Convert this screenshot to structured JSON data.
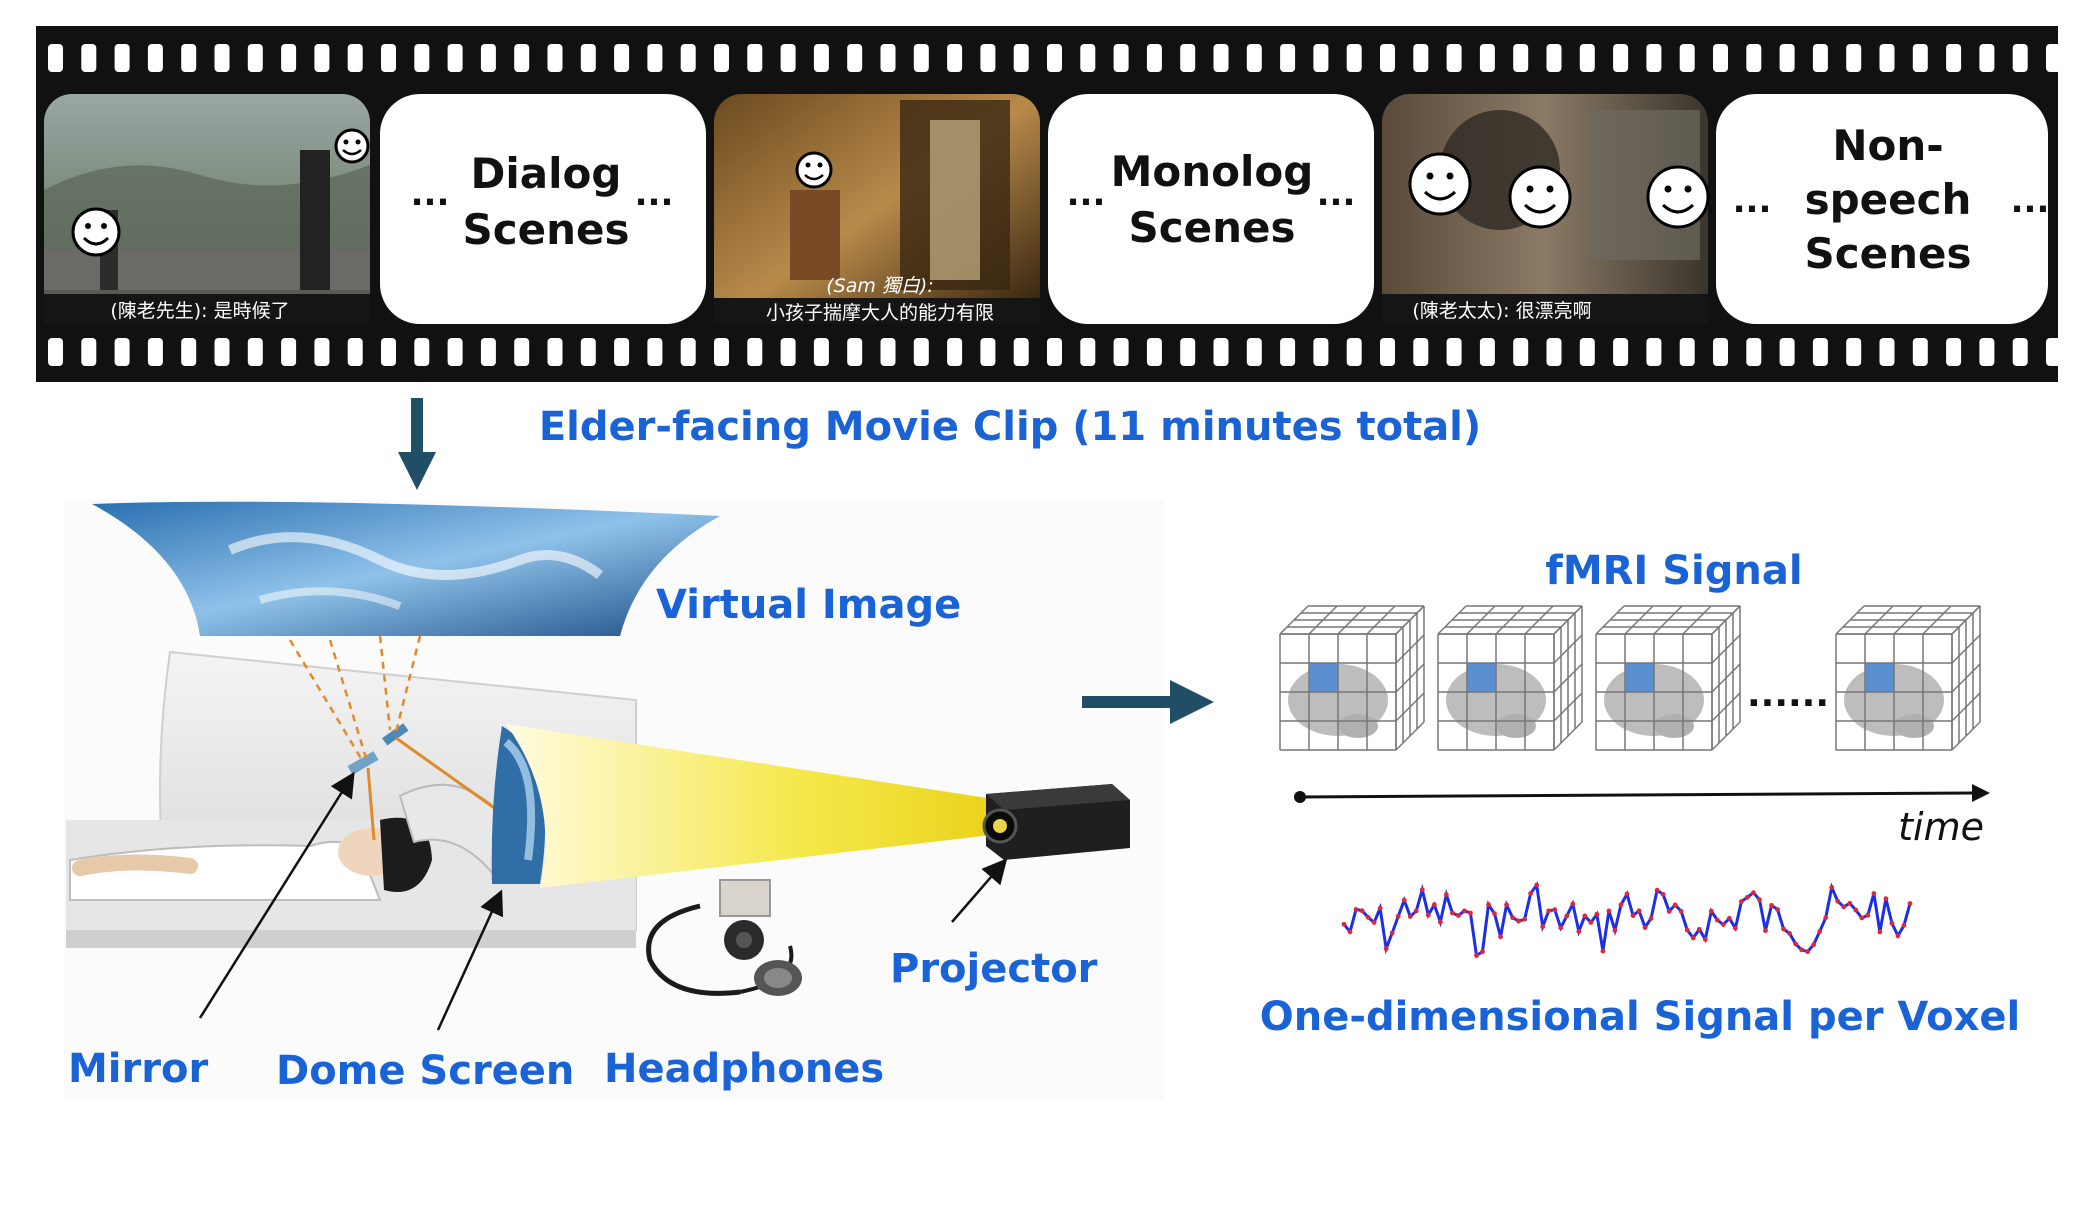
{
  "filmstrip": {
    "frames": [
      {
        "kind": "photo",
        "subtitle": "(陳老先生): 是時候了",
        "scene": "outdoor-bridge"
      },
      {
        "kind": "text",
        "line1": "Dialog",
        "line2": "Scenes",
        "dots": "..."
      },
      {
        "kind": "photo",
        "subtitle_line1": "(Sam 獨白):",
        "subtitle": "小孩子揣摩大人的能力有限",
        "scene": "child-sepia"
      },
      {
        "kind": "text",
        "line1": "Monolog",
        "line2": "Scenes",
        "dots": "..."
      },
      {
        "kind": "photo",
        "subtitle": "(陳老太太): 很漂亮啊",
        "scene": "workshop"
      },
      {
        "kind": "text",
        "line1": "Non-",
        "line2": "speech",
        "line3": "Scenes",
        "dots": "..."
      }
    ]
  },
  "caption": "Elder-facing Movie Clip (11 minutes total)",
  "labels": {
    "virtual_image": "Virtual Image",
    "mirror": "Mirror",
    "dome_screen": "Dome Screen",
    "headphones": "Headphones",
    "projector": "Projector",
    "fmri_signal": "fMRI Signal",
    "time": "time",
    "dots": "......",
    "signal_caption": "One-dimensional Signal per Voxel"
  },
  "colors": {
    "label_blue": "#1a63d6",
    "arrow_dark": "#1f4e66",
    "film_black": "#111111",
    "signal_line": "#1c2ee6",
    "signal_points": "#e0263a",
    "voxel": "#5b8fd0",
    "beam": "#f2e23a"
  },
  "icons": [
    "smiley-face-icon",
    "down-arrow-icon",
    "right-arrow-icon",
    "time-axis-arrow-icon"
  ]
}
